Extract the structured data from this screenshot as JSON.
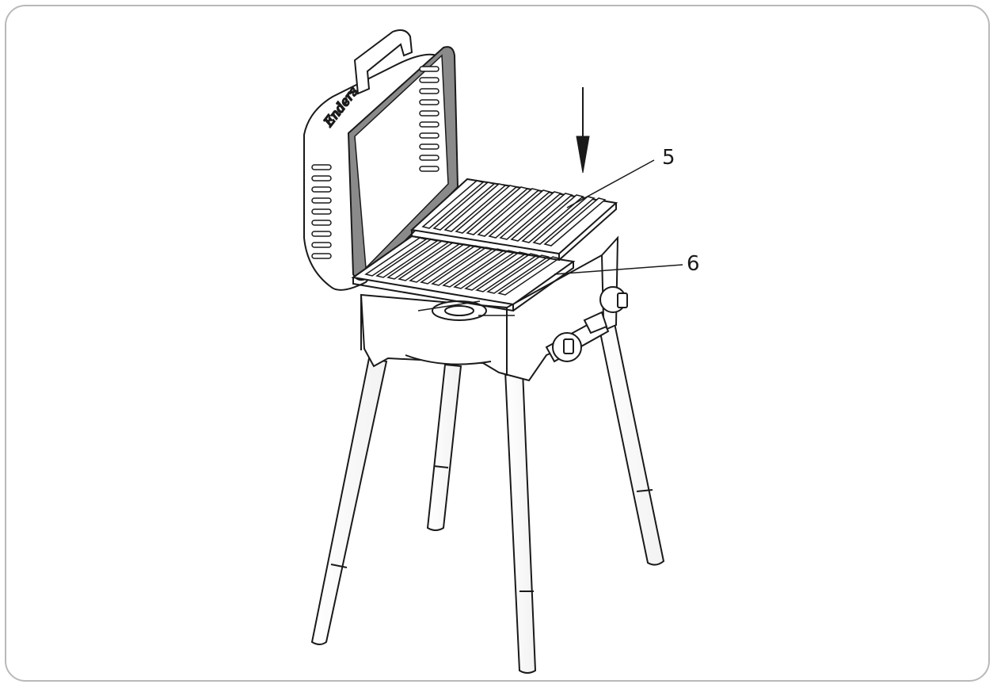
{
  "diagram": {
    "subject": "Enders",
    "callouts": [
      {
        "id": "5",
        "label": "5"
      },
      {
        "id": "6",
        "label": "6"
      }
    ],
    "colors": {
      "frame": "#b9b9b9",
      "line": "#1a1a1a",
      "lid_inner": "#8a8a8a"
    }
  }
}
